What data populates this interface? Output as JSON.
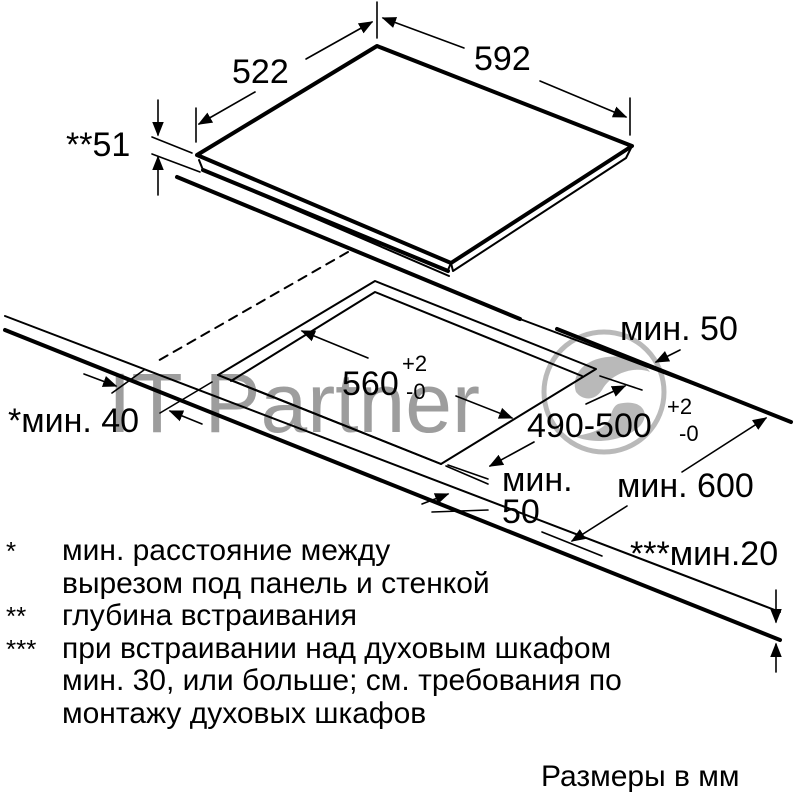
{
  "diagram": {
    "title": "Встраивание варочной панели — монтажный чертёж",
    "hob_dimensions": {
      "width": "592",
      "depth": "522",
      "build_in_depth": "**51"
    },
    "cutout_dimensions": {
      "width_value": "560",
      "width_tolerance_plus": "+2",
      "width_tolerance_minus": "-0",
      "depth_value": "490-500",
      "depth_tolerance_plus": "+2",
      "depth_tolerance_minus": "-0"
    },
    "clearances": {
      "side_wall": "*мин. 40",
      "rear": "мин. 50",
      "front_line1": "мин.",
      "front_line2": "50",
      "worktop_depth": "мин. 600",
      "worktop_thickness": "***мин.20"
    },
    "watermark": {
      "text": "IT Partner",
      "color": "#8c8c8c"
    },
    "colors": {
      "line": "#000000",
      "background": "#ffffff"
    }
  },
  "footnotes": [
    {
      "mark": "*",
      "text": "мин. расстояние между"
    },
    {
      "mark": "",
      "text": "вырезом под панель и стенкой"
    },
    {
      "mark": "**",
      "text": "глубина встраивания"
    },
    {
      "mark": "***",
      "text": "при встраивании над духовым шкафом"
    },
    {
      "mark": "",
      "text": "мин. 30, или больше; см. требования по"
    },
    {
      "mark": "",
      "text": "монтажу духовых шкафов"
    }
  ],
  "units_note": "Размеры в мм"
}
